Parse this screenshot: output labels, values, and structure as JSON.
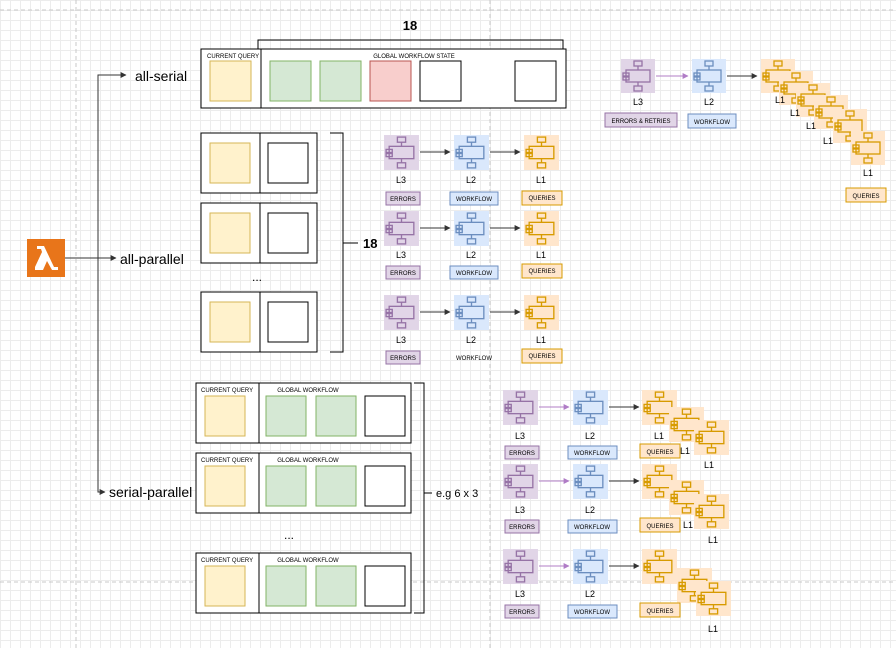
{
  "labels": {
    "count_serial": "18",
    "count_parallel": "18",
    "count_sp": "e.g 6 x 3",
    "all_serial": "all-serial",
    "all_parallel": "all-parallel",
    "serial_parallel": "serial-parallel",
    "current_query": "CURRENT QUERY",
    "global_workflow_state": "GLOBAL WORKFLOW STATE",
    "global_workflow": "GLOBAL WORKFLOW",
    "ellipsis": "...",
    "l3": "L3",
    "l2": "L2",
    "l1": "L1",
    "errors": "ERRORS",
    "errors_retries": "ERRORS & RETRIES",
    "workflow": "WORKFLOW",
    "queries": "QUERIES"
  },
  "colors": {
    "purple_fill": "#e1d5e7",
    "purple_stroke": "#9673a6",
    "blue_fill": "#dae8fc",
    "blue_stroke": "#6c8ebf",
    "orange_fill": "#ffe6cc",
    "orange_stroke": "#d79b00",
    "yellow_fill": "#fff2cc",
    "yellow_stroke": "#d6b656",
    "green_fill": "#d5e8d4",
    "green_stroke": "#82b366",
    "red_fill": "#f8cecc",
    "red_stroke": "#b85450",
    "lambda": "#e8751a"
  }
}
